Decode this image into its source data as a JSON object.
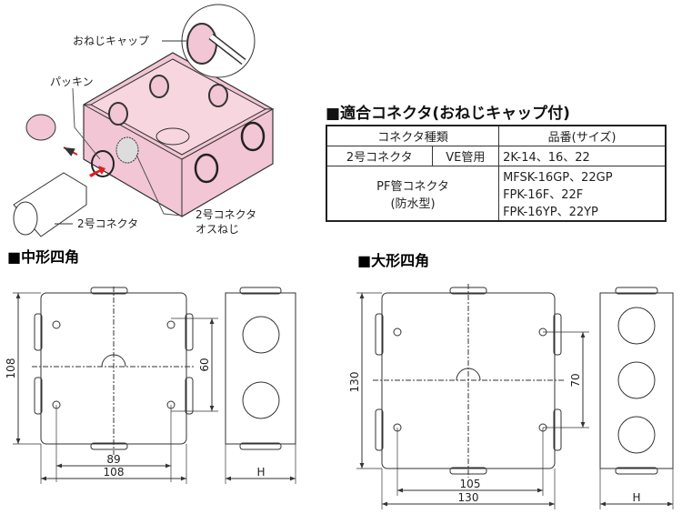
{
  "illustration": {
    "labels": {
      "male_cap": "おねじキャップ",
      "packing": "パッキン",
      "connector": "2号コネクタ",
      "connector_male_thread_1": "2号コネクタ",
      "connector_male_thread_2": "オスねじ"
    },
    "box_color": "#f2c6d4",
    "arrow_color": "#e02020"
  },
  "table": {
    "title": "■適合コネクタ(おねじキャップ付)",
    "headers": [
      "コネクタ種類",
      "品番(サイズ)"
    ],
    "rows": [
      {
        "type": "2号コネクタ",
        "sub": "VE管用",
        "models": [
          "2K-14、16、22"
        ]
      },
      {
        "type": "PF管コネクタ",
        "sub": "(防水型)",
        "models": [
          "MFSK-16GP、22GP",
          "FPK-16F、22F",
          "FPK-16YP、22YP"
        ]
      }
    ]
  },
  "medium": {
    "title": "■中形四角",
    "dims": {
      "height": "108",
      "hole_pitch_v": "60",
      "hole_pitch_h": "89",
      "width": "108",
      "depth": "H"
    }
  },
  "large": {
    "title": "■大形四角",
    "dims": {
      "height": "130",
      "hole_pitch_v": "70",
      "hole_pitch_h": "105",
      "width": "130",
      "depth": "H"
    }
  }
}
